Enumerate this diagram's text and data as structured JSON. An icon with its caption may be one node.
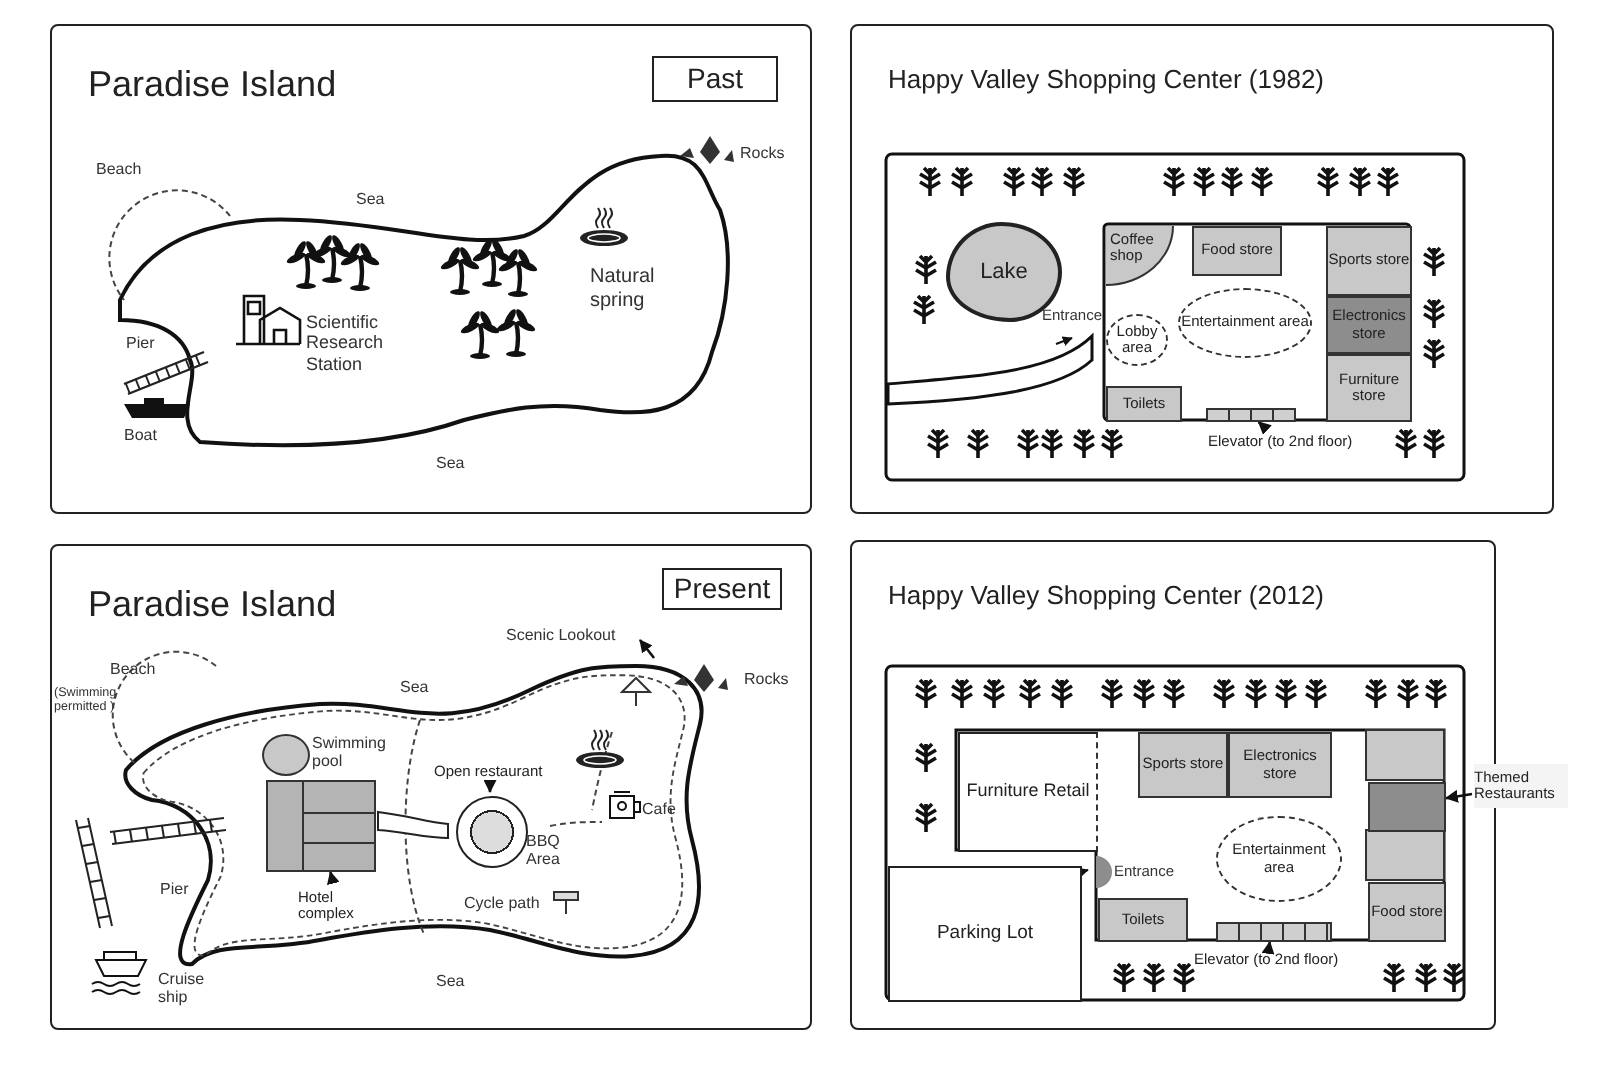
{
  "diagram": {
    "nodes": [
      {
        "text": [
          "Paradise Island"
        ]
      },
      {
        "text": [
          "Past"
        ],
        "in": 0
      },
      {
        "text": [
          "Happy Valley Shopping Center (1982)"
        ]
      },
      {
        "text": [
          "Lake"
        ],
        "in": 2
      },
      {
        "text": [
          "Coffee shop"
        ],
        "in": 2
      },
      {
        "text": [
          "Food store"
        ],
        "in": 2
      },
      {
        "text": [
          "Sports store"
        ],
        "in": 2
      },
      {
        "text": [
          "Electronics store"
        ],
        "in": 2
      },
      {
        "text": [
          "Furniture store"
        ],
        "in": 2
      },
      {
        "text": [
          "Lobby area"
        ],
        "in": 2
      },
      {
        "text": [
          "Entertainment area"
        ],
        "in": 2
      },
      {
        "text": [
          "Toilets"
        ],
        "in": 2
      },
      {
        "text": [],
        "shape": "box",
        "in": 2
      },
      {
        "text": [
          "Elevator (to 2nd floor)"
        ],
        "in": 2
      },
      {
        "text": [
          "Paradise Island"
        ]
      },
      {
        "text": [
          "Present"
        ],
        "in": 14
      },
      {
        "text": [],
        "shape": "box",
        "in": 14
      },
      {
        "text": [
          "Hotel complex"
        ],
        "in": 14
      },
      {
        "text": [],
        "shape": "circle",
        "in": 14
      },
      {
        "text": [
          "Open restaurant"
        ],
        "in": 14
      },
      {
        "text": [
          "Happy Valley Shopping Center (2012)"
        ]
      },
      {
        "text": [
          "Furniture Retail"
        ],
        "in": 20
      },
      {
        "text": [
          "Parking Lot"
        ],
        "in": 20
      },
      {
        "text": [
          "Sports store"
        ],
        "in": 20
      },
      {
        "text": [
          "Electronics store"
        ],
        "in": 20
      },
      {
        "text": [
          "Entertainment area"
        ],
        "in": 20
      },
      {
        "text": [
          "Toilets"
        ],
        "in": 20
      },
      {
        "text": [
          "Food store"
        ],
        "in": 20
      },
      {
        "text": [],
        "shape": "box",
        "in": 20
      },
      {
        "text": [
          "Themed Restaurants"
        ]
      },
      {
        "text": [],
        "shape": "box",
        "in": 20
      },
      {
        "text": [
          "Elevator (to 2nd floor)"
        ],
        "in": 20
      },
      {
        "text": [],
        "shape": "circle",
        "in": 14,
        "beside": [
          "Swimming pool"
        ]
      }
    ],
    "edges": [
      {
        "from": 13,
        "to": 12,
        "arrow": "to"
      },
      {
        "from": 17,
        "to": 16,
        "arrow": "to"
      },
      {
        "from": 19,
        "to": 18,
        "arrow": "to"
      },
      {
        "from": 29,
        "to": 28,
        "arrow": "to"
      },
      {
        "from": 31,
        "to": 30,
        "arrow": "to"
      }
    ],
    "labels": [
      "Beach",
      "Sea",
      "Rocks",
      "Pier",
      "Scientific Research Station",
      "Natural spring",
      "Boat",
      "Sea",
      "Entrance",
      "Scenic Lookout",
      "Beach",
      "(Swimming permitted )",
      "Rocks",
      "Sea",
      "Cafe",
      "BBQ Area",
      "Pier",
      "Cycle path",
      "Cruise ship",
      "Sea",
      "Entrance"
    ]
  }
}
